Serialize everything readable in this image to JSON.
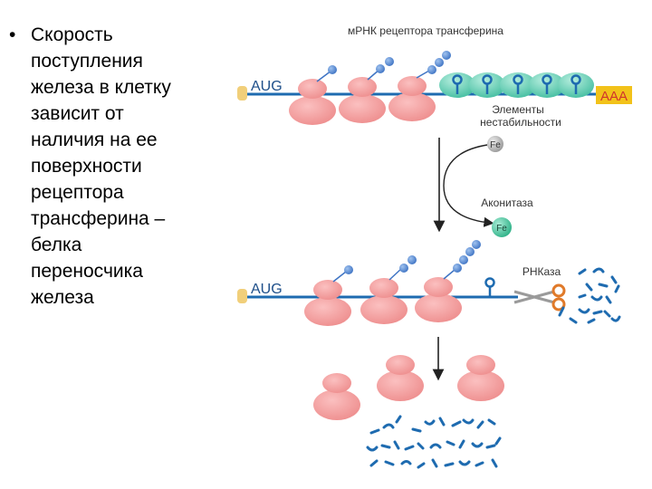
{
  "slide": {
    "bullet": "•",
    "text": "Скорость\nпоступления\nжелеза в клетку\nзависит от\nналичия на ее\nповерхности\nрецептора\nтрансферина –\nбелка\nпереносчика\nжелеза"
  },
  "diagram": {
    "mrna_title": "мРНК рецептора трансферина",
    "start_codon": "AUG",
    "polya": "AAA",
    "instability_label_line1": "Элементы",
    "instability_label_line2": "нестабильности",
    "fe": "Fe",
    "aconitase": "Аконитаза",
    "fe_bound": "Fe",
    "rnase": "РНКаза",
    "colors": {
      "mrna": "#1e6bb0",
      "ribosome": "#f29b9b",
      "polya_bg": "#f2c21a",
      "polya_text": "#d0342c",
      "stem_loop": "#1e6bb0",
      "stem_loop_bg": "#5fc9b5",
      "fe_ball": "#bdbdbd",
      "fe_bound_ball": "#58c9a8",
      "protein_bead": "#5c8ed1",
      "cap": "#f1cf7a"
    }
  }
}
